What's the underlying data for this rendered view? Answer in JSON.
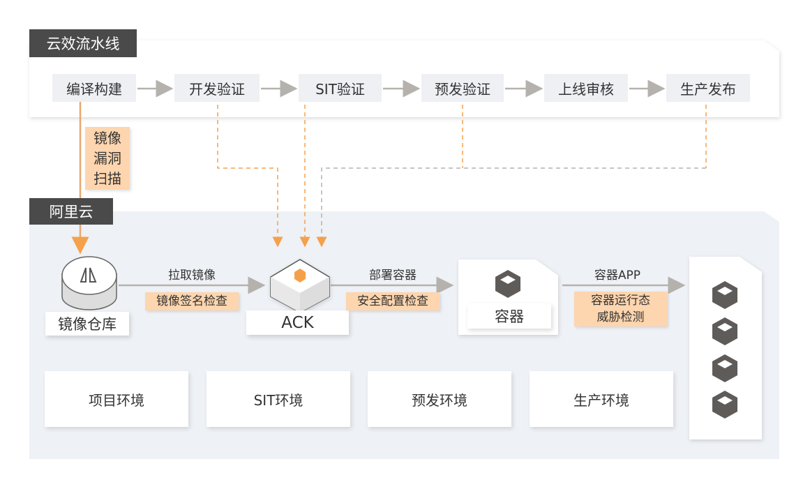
{
  "pipeline": {
    "title": "云效流水线",
    "stages": [
      "编译构建",
      "开发验证",
      "SIT验证",
      "预发验证",
      "上线审核",
      "生产发布"
    ],
    "scan_tag": "镜像\n漏洞\n扫描"
  },
  "cloud": {
    "title": "阿里云",
    "repo_label": "镜像仓库",
    "pull_label": "拉取镜像",
    "pull_tag": "镜像签名检查",
    "ack_label": "ACK",
    "deploy_label": "部署容器",
    "deploy_tag": "安全配置检查",
    "container_label": "容器",
    "app_label": "容器APP",
    "app_tag": "容器运行态\n威胁检测",
    "environments": [
      "项目环境",
      "SIT环境",
      "预发环境",
      "生产环境"
    ]
  },
  "colors": {
    "accent": "#f5a04a",
    "tag_bg": "#fdd5ae",
    "dark": "#4a4a4a",
    "panel": "#eef1f5"
  }
}
